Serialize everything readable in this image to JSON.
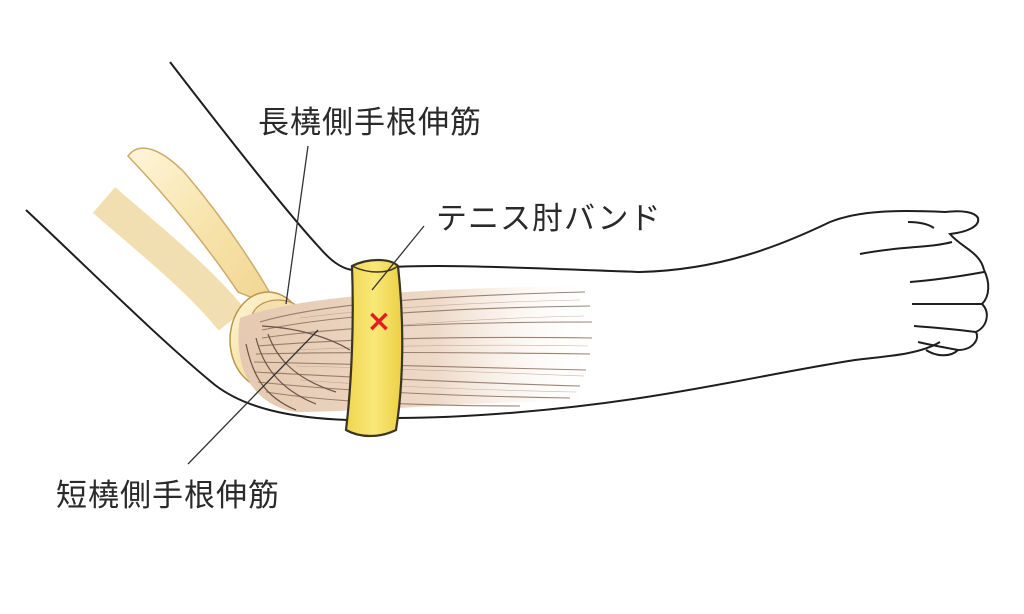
{
  "labels": {
    "extensor_carpi_radialis_longus": "長橈側手根伸筋",
    "tennis_elbow_band": "テニス肘バンド",
    "extensor_carpi_radialis_brevis": "短橈側手根伸筋"
  },
  "marker": {
    "symbol": "×",
    "color": "#e02020"
  },
  "colors": {
    "outline": "#1e1e1e",
    "band_fill": "#f7e36e",
    "band_stroke": "#3a3420",
    "bone": "#f8e8b8",
    "muscle": "#e9d2bf",
    "muscle_line": "#8a6f60"
  }
}
